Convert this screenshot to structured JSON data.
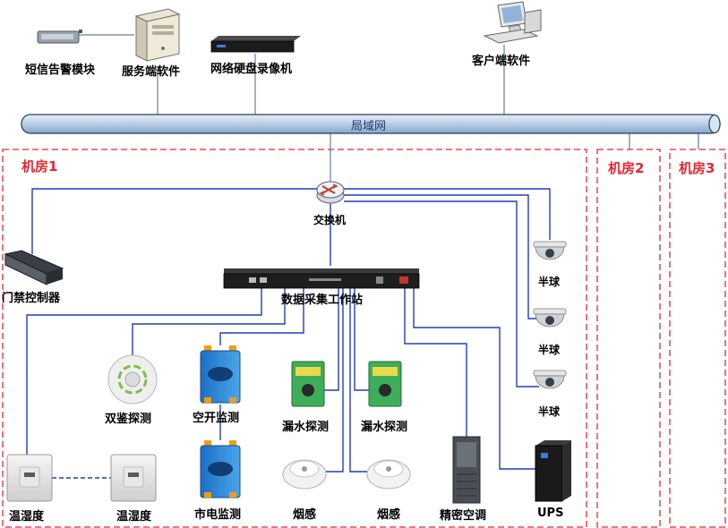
{
  "top_devices": {
    "sms_alarm": "短信告警模块",
    "server_software": "服务端软件",
    "nvr": "网络硬盘录像机",
    "client_software": "客户端软件"
  },
  "lan": {
    "label": "局域网"
  },
  "rooms": {
    "room1": "机房1",
    "room2": "机房2",
    "room3": "机房3"
  },
  "switch": {
    "label": "交换机"
  },
  "access_controller": {
    "label": "门禁控制器"
  },
  "workstation": {
    "label": "数据采集工作站"
  },
  "cameras": [
    {
      "label": "半球"
    },
    {
      "label": "半球"
    },
    {
      "label": "半球"
    }
  ],
  "sensors": {
    "dual_detector": "双鉴探测",
    "breaker_monitor": "空开监测",
    "leak1": "漏水探测",
    "leak2": "漏水探测",
    "th1": "温湿度",
    "th2": "温湿度",
    "mains_monitor": "市电监测",
    "smoke1": "烟感",
    "smoke2": "烟感",
    "precision_ac": "精密空调",
    "ups": "UPS"
  },
  "colors": {
    "line": "#1f3fb8",
    "room_border": "#e8262f",
    "lan_fill": "#c9dbef",
    "lan_stroke": "#27405f"
  }
}
